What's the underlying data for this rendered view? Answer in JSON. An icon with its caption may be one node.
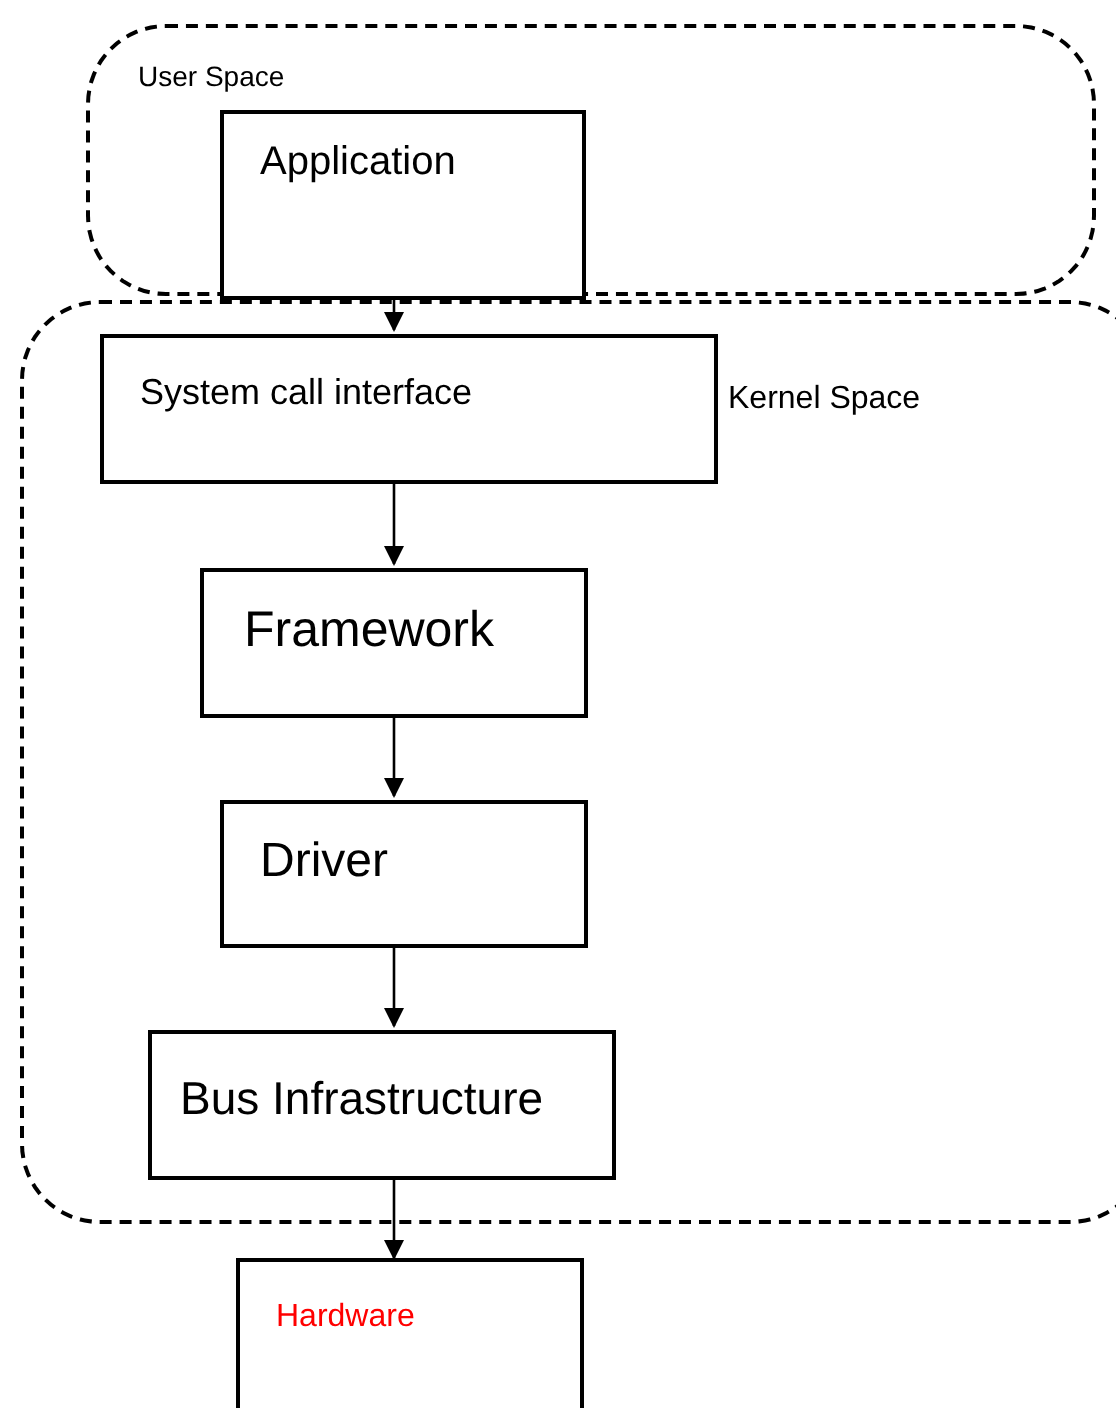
{
  "diagram": {
    "nodes": [
      {
        "text": [
          "User Space"
        ]
      },
      {
        "text": [
          "Application"
        ],
        "in": 0
      },
      {
        "text": [
          "Kernel Space"
        ]
      },
      {
        "text": [
          "System call interface"
        ],
        "in": 2
      },
      {
        "text": [
          "Framework"
        ],
        "in": 2
      },
      {
        "text": [
          "Driver"
        ],
        "in": 2
      },
      {
        "text": [
          "Bus Infrastructure"
        ],
        "in": 2
      },
      {
        "text": [
          "Hardware"
        ]
      }
    ],
    "edges": [
      {
        "from": 1,
        "to": 3,
        "arrow": "to"
      },
      {
        "from": 3,
        "to": 4,
        "arrow": "to"
      },
      {
        "from": 4,
        "to": 5,
        "arrow": "to"
      },
      {
        "from": 5,
        "to": 6,
        "arrow": "to"
      },
      {
        "from": 6,
        "to": 7,
        "arrow": "to"
      }
    ]
  }
}
